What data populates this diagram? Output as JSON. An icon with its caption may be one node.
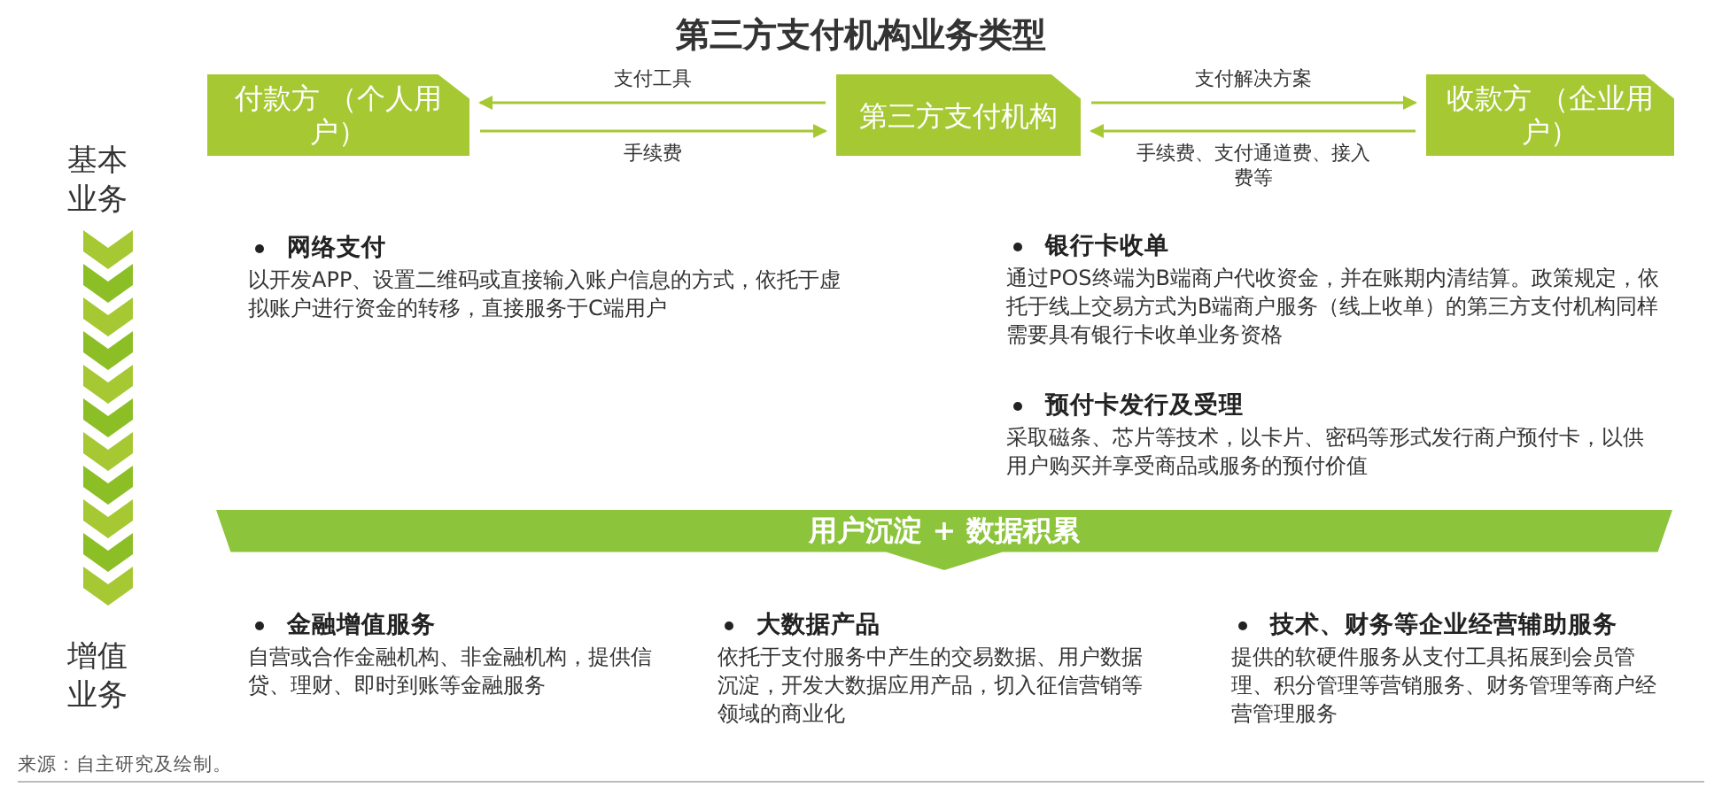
{
  "diagram": {
    "title": "第三方支付机构业务类型",
    "nodes": [
      {
        "text": [
          "付款方 （个人用户）"
        ]
      },
      {
        "text": [
          "第三方支付机构"
        ]
      },
      {
        "text": [
          "收款方 （企业用户）"
        ]
      },
      {
        "text": [
          "用户沉淀 + 数据积累"
        ]
      }
    ],
    "edges": [
      {
        "from": 1,
        "to": 0,
        "arrow": "to",
        "label": "支付工具"
      },
      {
        "from": 0,
        "to": 1,
        "arrow": "to",
        "label": "手续费"
      },
      {
        "from": 1,
        "to": 2,
        "arrow": "to",
        "label": "支付解决方案"
      },
      {
        "from": 2,
        "to": 1,
        "arrow": "to",
        "label": "手续费、支付通道费、接入费等"
      }
    ],
    "labels": [
      "基本业务",
      "网络支付",
      "以开发APP、设置二维码或直接输入账户信息的方式，依托于虚拟账户进行资金的转移，直接服务于C端用户",
      "银行卡收单",
      "通过POS终端为B端商户代收资金，并在账期内清结算。政策规定，依托于线上交易方式为B端商户服务（线上收单）的第三方支付机构同样需要具有银行卡收单业务资格",
      "预付卡发行及受理",
      "采取磁条、芯片等技术，以卡片、密码等形式发行商户预付卡，以供用户购买并享受商品或服务的预付价值",
      "增值业务",
      "金融增值服务",
      "自营或合作金融机构、非金融机构，提供信贷、理财、即时到账等金融服务",
      "大数据产品",
      "依托于支付服务中产生的交易数据、用户数据沉淀，开发大数据应用产品，切入征信营销等领域的商业化",
      "技术、财务等企业经营辅助服务",
      "提供的软硬件服务从支付工具拓展到会员管理、积分管理等营销服务、财务管理等商户经营管理服务",
      "来源：自主研究及绘制。"
    ]
  }
}
